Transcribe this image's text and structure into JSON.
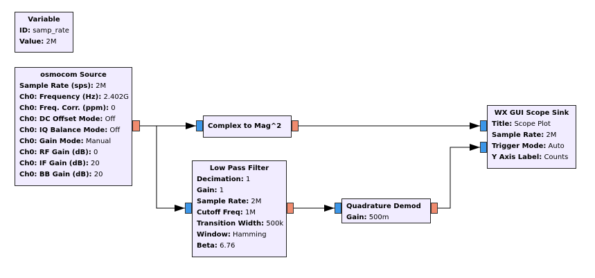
{
  "blocks": {
    "variable": {
      "title": "Variable",
      "params": [
        {
          "label": "ID:",
          "value": "samp_rate"
        },
        {
          "label": "Value:",
          "value": "2M"
        }
      ]
    },
    "osmocom": {
      "title": "osmocom Source",
      "params": [
        {
          "label": "Sample Rate (sps):",
          "value": "2M"
        },
        {
          "label": "Ch0: Frequency (Hz):",
          "value": "2.402G"
        },
        {
          "label": "Ch0: Freq. Corr. (ppm):",
          "value": "0"
        },
        {
          "label": "Ch0: DC Offset Mode:",
          "value": "Off"
        },
        {
          "label": "Ch0: IQ Balance Mode:",
          "value": "Off"
        },
        {
          "label": "Ch0: Gain Mode:",
          "value": "Manual"
        },
        {
          "label": "Ch0: RF Gain (dB):",
          "value": "0"
        },
        {
          "label": "Ch0: IF Gain (dB):",
          "value": "20"
        },
        {
          "label": "Ch0: BB Gain (dB):",
          "value": "20"
        }
      ]
    },
    "mag": {
      "title": "Complex to Mag^2",
      "params": []
    },
    "lpf": {
      "title": "Low Pass Filter",
      "params": [
        {
          "label": "Decimation:",
          "value": "1"
        },
        {
          "label": "Gain:",
          "value": "1"
        },
        {
          "label": "Sample Rate:",
          "value": "2M"
        },
        {
          "label": "Cutoff Freq:",
          "value": "1M"
        },
        {
          "label": "Transition Width:",
          "value": "500k"
        },
        {
          "label": "Window:",
          "value": "Hamming"
        },
        {
          "label": "Beta:",
          "value": "6.76"
        }
      ]
    },
    "demod": {
      "title": "Quadrature Demod",
      "params": [
        {
          "label": "Gain:",
          "value": "500m"
        }
      ]
    },
    "scope": {
      "title": "WX GUI Scope Sink",
      "params": [
        {
          "label": "Title:",
          "value": "Scope Plot"
        },
        {
          "label": "Sample Rate:",
          "value": "2M"
        },
        {
          "label": "Trigger Mode:",
          "value": "Auto"
        },
        {
          "label": "Y Axis Label:",
          "value": "Counts"
        }
      ]
    }
  },
  "colors": {
    "block_fill": "#f1ecff",
    "input_port": "#3b96e8",
    "output_port": "#f08b6e",
    "wire": "#000000"
  }
}
